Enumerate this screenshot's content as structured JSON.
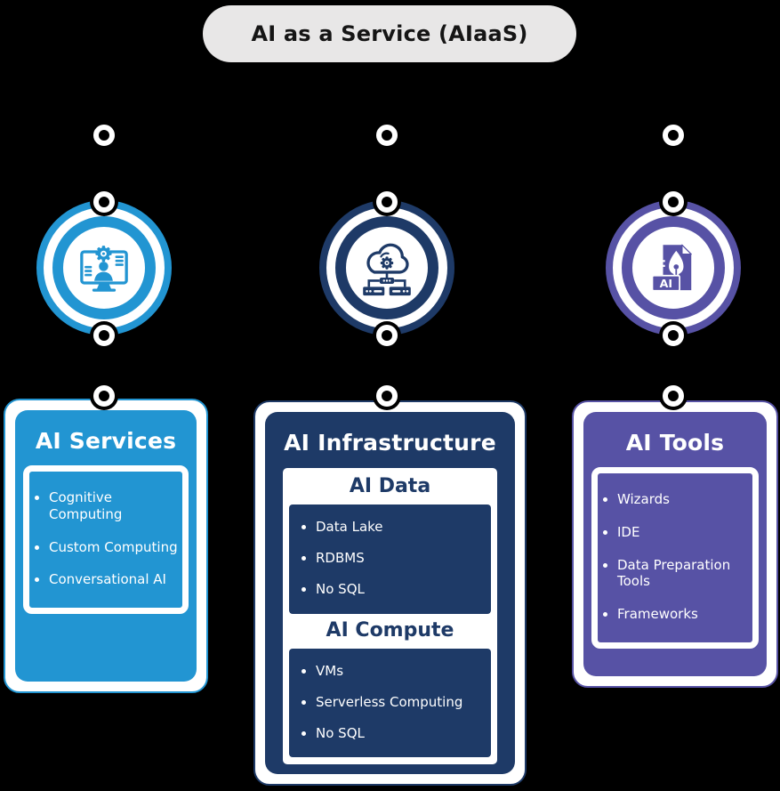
{
  "header": {
    "title": "AI as a Service (AIaaS)"
  },
  "colors": {
    "blue": "#2295d2",
    "navy": "#1e3a67",
    "purple": "#5752a5",
    "pill_bg": "#e8e7e7",
    "pill_text": "#151515",
    "background": "#000000",
    "card_text": "#ffffff"
  },
  "columns": [
    {
      "id": "ai-services",
      "accent": "blue",
      "icon": "monitor-person-gear-icon",
      "card": {
        "title": "AI Services",
        "items": [
          "Cognitive Computing",
          "Custom Computing",
          "Conversational AI"
        ]
      }
    },
    {
      "id": "ai-infrastructure",
      "accent": "navy",
      "icon": "cloud-gear-servers-icon",
      "card": {
        "title": "AI Infrastructure",
        "sections": [
          {
            "heading": "AI Data",
            "items": [
              "Data Lake",
              "RDBMS",
              "No SQL"
            ]
          },
          {
            "heading": "AI Compute",
            "items": [
              "VMs",
              "Serverless Computing",
              "No SQL"
            ]
          }
        ]
      }
    },
    {
      "id": "ai-tools",
      "accent": "purple",
      "icon": "ai-document-pen-icon",
      "card": {
        "title": "AI Tools",
        "items": [
          "Wizards",
          "IDE",
          "Data Preparation Tools",
          "Frameworks"
        ]
      }
    }
  ]
}
